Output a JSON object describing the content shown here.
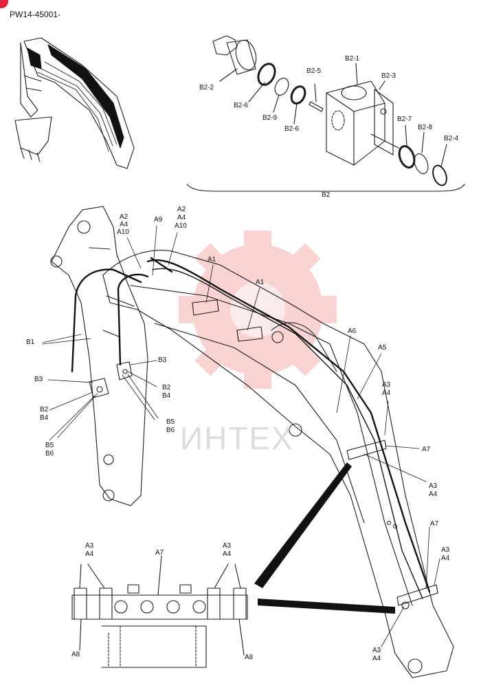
{
  "header": {
    "code": "PW14-45001-"
  },
  "watermark": {
    "text": "ИНТЕХ",
    "color": "#f08080"
  },
  "colors": {
    "line": "#1a1a1a",
    "hose": "#111111",
    "accent": "#e0233a"
  },
  "callouts": {
    "b2_1": "B2-1",
    "b2_2": "B2-2",
    "b2_3": "B2-3",
    "b2_4": "B2-4",
    "b2_5": "B2-5",
    "b2_6a": "B2-6",
    "b2_6b": "B2-6",
    "b2_7": "B2-7",
    "b2_8": "B2-8",
    "b2_9": "B2-9",
    "b2_group": "B2",
    "a2a": "A2",
    "a4a": "A4",
    "a10a": "A10",
    "a9": "A9",
    "a2b": "A2",
    "a4b": "A4",
    "a10b": "A10",
    "a1a": "A1",
    "a1b": "A1",
    "a6": "A6",
    "a5": "A5",
    "a3a": "A3",
    "a4c": "A4",
    "a7a": "A7",
    "a3b": "A3",
    "a4d": "A4",
    "a7b": "A7",
    "a3c": "A3",
    "a4e": "A4",
    "a3d": "A3",
    "a4f": "A4",
    "b1": "B1",
    "b3a": "B3",
    "b3b": "B3",
    "b2a": "B2",
    "b4a": "B4",
    "b2b": "B2",
    "b4b": "B4",
    "b5a": "B5",
    "b6a": "B6",
    "b5b": "B5",
    "b6b": "B6",
    "d_a3a": "A3",
    "d_a4a": "A4",
    "d_a7": "A7",
    "d_a3b": "A3",
    "d_a4b": "A4",
    "d_a8a": "A8",
    "d_a8b": "A8"
  }
}
